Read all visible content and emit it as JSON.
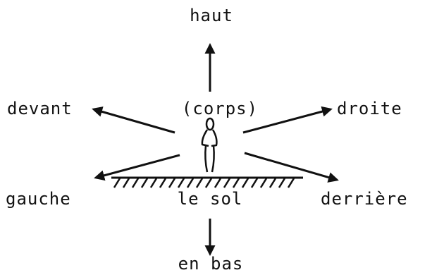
{
  "labels": {
    "up": "haut",
    "body": "(corps)",
    "front": "devant",
    "right": "droite",
    "left": "gauche",
    "ground": "le sol",
    "behind": "derrière",
    "down": "en bas"
  },
  "colors": {
    "ink": "#111111",
    "background": "#ffffff"
  }
}
